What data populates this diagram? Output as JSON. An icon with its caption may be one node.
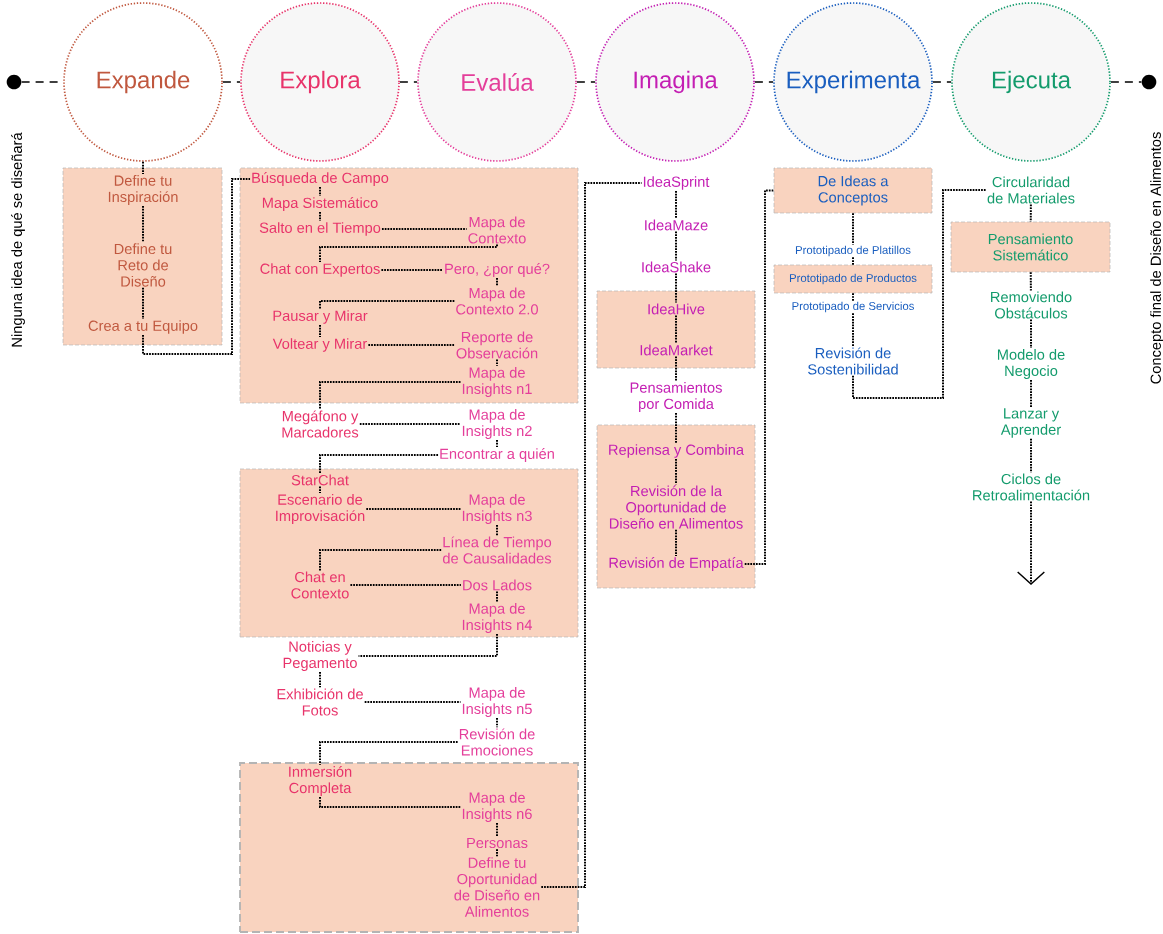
{
  "diagram": {
    "nodes": [
      {
        "text": [],
        "shape": "circle",
        "beside": [
          "Ninguna idea de qué se diseñará"
        ]
      },
      {
        "text": [
          "Expande"
        ]
      },
      {
        "text": [
          "Explora"
        ]
      },
      {
        "text": [
          "Evalúa"
        ]
      },
      {
        "text": [
          "Imagina"
        ]
      },
      {
        "text": [
          "Experimenta"
        ]
      },
      {
        "text": [
          "Ejecuta"
        ]
      },
      {
        "text": [],
        "shape": "circle",
        "beside": [
          "Concepto final de Diseño en Alimentos"
        ]
      },
      {
        "text": [],
        "shape": "box"
      },
      {
        "text": [
          "Define tu Inspiración"
        ],
        "in": 8
      },
      {
        "text": [
          "Define tu Reto de Diseño"
        ],
        "in": 8
      },
      {
        "text": [
          "Crea a tu Equipo"
        ],
        "in": 8
      },
      {
        "text": [],
        "shape": "box"
      },
      {
        "text": [
          "Búsqueda de Campo"
        ],
        "in": 12
      },
      {
        "text": [
          "Mapa Sistemático"
        ],
        "in": 12
      },
      {
        "text": [
          "Salto en el Tiempo"
        ],
        "in": 12
      },
      {
        "text": [
          "Mapa de Contexto"
        ],
        "in": 12
      },
      {
        "text": [
          "Chat con Expertos"
        ],
        "in": 12
      },
      {
        "text": [
          "Pero, ¿por qué?"
        ],
        "in": 12
      },
      {
        "text": [
          "Mapa de Contexto 2.0"
        ],
        "in": 12
      },
      {
        "text": [
          "Pausar y Mirar"
        ],
        "in": 12
      },
      {
        "text": [
          "Voltear y Mirar"
        ],
        "in": 12
      },
      {
        "text": [
          "Reporte de Observación"
        ],
        "in": 12
      },
      {
        "text": [
          "Mapa de Insights n1"
        ],
        "in": 12
      },
      {
        "text": [
          "Megáfono y Marcadores"
        ]
      },
      {
        "text": [
          "Mapa de Insights n2"
        ]
      },
      {
        "text": [
          "Encontrar a quién"
        ]
      },
      {
        "text": [],
        "shape": "box"
      },
      {
        "text": [
          "StarChat"
        ],
        "in": 27
      },
      {
        "text": [
          "Escenario de Improvisación"
        ],
        "in": 27
      },
      {
        "text": [
          "Mapa de Insights n3"
        ],
        "in": 27
      },
      {
        "text": [
          "Línea de Tiempo de Causalidades"
        ],
        "in": 27
      },
      {
        "text": [
          "Chat en Contexto"
        ],
        "in": 27
      },
      {
        "text": [
          "Dos Lados"
        ],
        "in": 27
      },
      {
        "text": [
          "Mapa de Insights n4"
        ],
        "in": 27
      },
      {
        "text": [
          "Noticias y Pegamento"
        ]
      },
      {
        "text": [
          "Exhibición de Fotos"
        ]
      },
      {
        "text": [
          "Mapa de Insights n5"
        ]
      },
      {
        "text": [
          "Revisión de Emociones"
        ]
      },
      {
        "text": [],
        "shape": "box"
      },
      {
        "text": [
          "Inmersión Completa"
        ],
        "in": 39
      },
      {
        "text": [
          "Mapa de Insights n6"
        ],
        "in": 39
      },
      {
        "text": [
          "Personas"
        ],
        "in": 39
      },
      {
        "text": [
          "Define tu Oportunidad de Diseño en Alimentos"
        ],
        "in": 39
      },
      {
        "text": [
          "IdeaSprint"
        ]
      },
      {
        "text": [
          "IdeaMaze"
        ]
      },
      {
        "text": [
          "IdeaShake"
        ]
      },
      {
        "text": [],
        "shape": "box"
      },
      {
        "text": [
          "IdeaHive"
        ],
        "in": 47
      },
      {
        "text": [
          "IdeaMarket"
        ],
        "in": 47
      },
      {
        "text": [
          "Pensamientos por Comida"
        ]
      },
      {
        "text": [],
        "shape": "box"
      },
      {
        "text": [
          "Repiensa y Combina"
        ],
        "in": 51
      },
      {
        "text": [
          "Revisión de la Oportunidad de Diseño en Alimentos"
        ],
        "in": 51
      },
      {
        "text": [
          "Revisión de Empatía"
        ],
        "in": 51
      },
      {
        "text": [
          "De Ideas a Conceptos"
        ]
      },
      {
        "text": [
          "Prototipado de Platillos"
        ]
      },
      {
        "text": [
          "Prototipado de Productos"
        ]
      },
      {
        "text": [
          "Prototipado de Servicios"
        ]
      },
      {
        "text": [
          "Revisión de Sostenibilidad"
        ]
      },
      {
        "text": [
          "Circularidad de Materiales"
        ]
      },
      {
        "text": [
          "Pensamiento Sistemático"
        ]
      },
      {
        "text": [
          "Removiendo Obstáculos"
        ]
      },
      {
        "text": [
          "Modelo de Negocio"
        ]
      },
      {
        "text": [
          "Lanzar y Aprender"
        ]
      },
      {
        "text": [
          "Ciclos de Retroalimentación"
        ]
      }
    ],
    "edges": [
      {
        "from": 0,
        "to": 1,
        "arrow": "none",
        "style": "dashed"
      },
      {
        "from": 1,
        "to": 2,
        "arrow": "none",
        "style": "dashed"
      },
      {
        "from": 2,
        "to": 3,
        "arrow": "none",
        "style": "dashed"
      },
      {
        "from": 3,
        "to": 4,
        "arrow": "none",
        "style": "dashed"
      },
      {
        "from": 4,
        "to": 5,
        "arrow": "none",
        "style": "dashed"
      },
      {
        "from": 5,
        "to": 6,
        "arrow": "none",
        "style": "dashed"
      },
      {
        "from": 6,
        "to": 7,
        "arrow": "none",
        "style": "dashed"
      },
      {
        "from": 1,
        "to": 9,
        "arrow": "none"
      },
      {
        "from": 9,
        "to": 10,
        "arrow": "none"
      },
      {
        "from": 10,
        "to": 11,
        "arrow": "none"
      },
      {
        "from": 11,
        "to": 13,
        "arrow": "none"
      },
      {
        "from": 13,
        "to": 14,
        "arrow": "none"
      },
      {
        "from": 14,
        "to": 15,
        "arrow": "none"
      },
      {
        "from": 15,
        "to": 16,
        "arrow": "none"
      },
      {
        "from": 16,
        "to": 17,
        "arrow": "none"
      },
      {
        "from": 17,
        "to": 18,
        "arrow": "none"
      },
      {
        "from": 18,
        "to": 19,
        "arrow": "none"
      },
      {
        "from": 19,
        "to": 20,
        "arrow": "none"
      },
      {
        "from": 20,
        "to": 21,
        "arrow": "none"
      },
      {
        "from": 21,
        "to": 22,
        "arrow": "none"
      },
      {
        "from": 22,
        "to": 23,
        "arrow": "none"
      },
      {
        "from": 23,
        "to": 24,
        "arrow": "none"
      },
      {
        "from": 24,
        "to": 25,
        "arrow": "none"
      },
      {
        "from": 25,
        "to": 26,
        "arrow": "none"
      },
      {
        "from": 26,
        "to": 28,
        "arrow": "none"
      },
      {
        "from": 28,
        "to": 29,
        "arrow": "none"
      },
      {
        "from": 29,
        "to": 30,
        "arrow": "none"
      },
      {
        "from": 30,
        "to": 31,
        "arrow": "none"
      },
      {
        "from": 31,
        "to": 32,
        "arrow": "none"
      },
      {
        "from": 32,
        "to": 33,
        "arrow": "none"
      },
      {
        "from": 33,
        "to": 34,
        "arrow": "none"
      },
      {
        "from": 34,
        "to": 35,
        "arrow": "none"
      },
      {
        "from": 35,
        "to": 36,
        "arrow": "none"
      },
      {
        "from": 36,
        "to": 37,
        "arrow": "none"
      },
      {
        "from": 37,
        "to": 38,
        "arrow": "none"
      },
      {
        "from": 38,
        "to": 40,
        "arrow": "none"
      },
      {
        "from": 40,
        "to": 41,
        "arrow": "none"
      },
      {
        "from": 41,
        "to": 42,
        "arrow": "none"
      },
      {
        "from": 42,
        "to": 43,
        "arrow": "none"
      },
      {
        "from": 43,
        "to": 44,
        "arrow": "none"
      },
      {
        "from": 44,
        "to": 45,
        "arrow": "none"
      },
      {
        "from": 45,
        "to": 46,
        "arrow": "none"
      },
      {
        "from": 46,
        "to": 48,
        "arrow": "none"
      },
      {
        "from": 48,
        "to": 49,
        "arrow": "none"
      },
      {
        "from": 49,
        "to": 50,
        "arrow": "none"
      },
      {
        "from": 50,
        "to": 52,
        "arrow": "none"
      },
      {
        "from": 52,
        "to": 53,
        "arrow": "none"
      },
      {
        "from": 53,
        "to": 54,
        "arrow": "none"
      },
      {
        "from": 54,
        "to": 55,
        "arrow": "none"
      },
      {
        "from": 55,
        "to": 56,
        "arrow": "none"
      },
      {
        "from": 56,
        "to": 57,
        "arrow": "none"
      },
      {
        "from": 57,
        "to": 58,
        "arrow": "none"
      },
      {
        "from": 58,
        "to": 59,
        "arrow": "none"
      },
      {
        "from": 59,
        "to": 60,
        "arrow": "none"
      },
      {
        "from": 60,
        "to": 61,
        "arrow": "none"
      },
      {
        "from": 61,
        "to": 62,
        "arrow": "none"
      },
      {
        "from": 62,
        "to": 63,
        "arrow": "none"
      },
      {
        "from": 63,
        "to": 64,
        "arrow": "none"
      },
      {
        "from": 64,
        "to": 65,
        "arrow": "none"
      },
      {
        "from": 65,
        "to": null,
        "arrow": "to"
      }
    ]
  }
}
